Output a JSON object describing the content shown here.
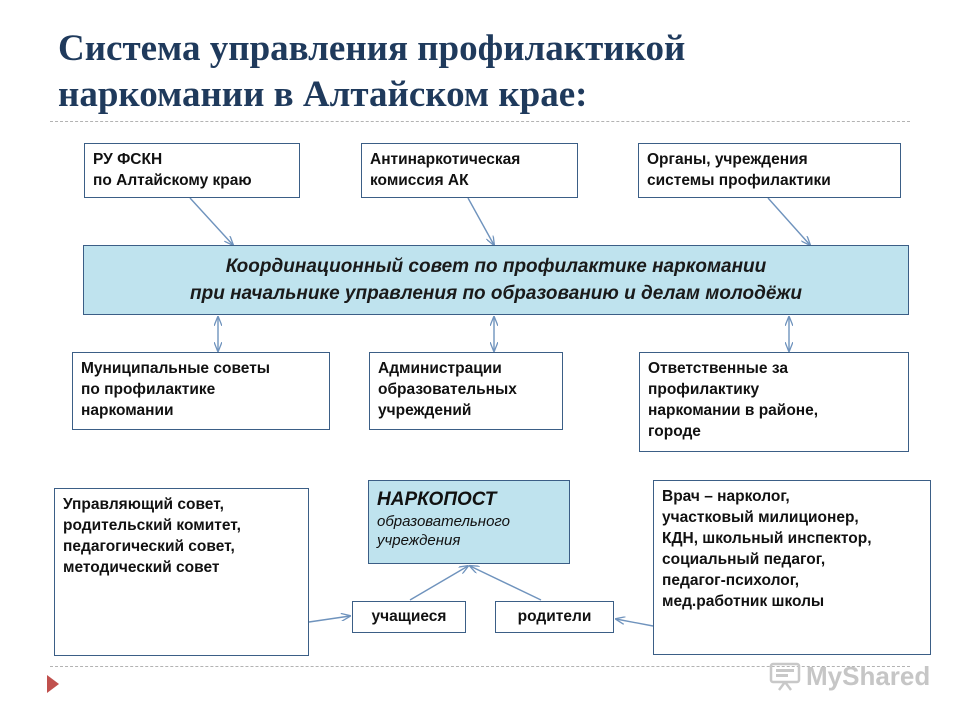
{
  "title": {
    "line1": "Система управления профилактикой",
    "line2": "наркомании в Алтайском крае:"
  },
  "boxes": {
    "rufskn": [
      "РУ ФСКН",
      "по Алтайскому краю"
    ],
    "commission": [
      "Антинаркотическая",
      "комиссия АК"
    ],
    "organs": [
      "Органы, учреждения",
      "системы профилактики"
    ],
    "council": [
      "Координационный совет по профилактике наркомании",
      "при начальнике управления по образованию и делам молодёжи"
    ],
    "municipal": [
      "Муниципальные советы",
      "по профилактике",
      "наркомании"
    ],
    "administrations": [
      "Администрации",
      "образовательных",
      "учреждений"
    ],
    "responsible": [
      "Ответственные за",
      "профилактику",
      "наркомании в районе,",
      "городе"
    ],
    "governing": [
      "Управляющий совет,",
      "родительский комитет,",
      "педагогический совет,",
      "методический совет"
    ],
    "narkopost": {
      "title": "НАРКОПОСТ",
      "subtitle": [
        "образовательного",
        "учреждения"
      ]
    },
    "students": "учащиеся",
    "parents": "родители",
    "specialists": [
      "Врач – нарколог,",
      "участковый милиционер,",
      "КДН, школьный инспектор,",
      "социальный педагог,",
      "педагог-психолог,",
      "мед.работник школы"
    ]
  },
  "watermark": "MyShared",
  "colors": {
    "title": "#1f3a5c",
    "box_border": "#3b5e86",
    "highlight_fill": "#bfe3ee",
    "arrow": "#6f93bd",
    "nav_triangle": "#c0504d"
  }
}
